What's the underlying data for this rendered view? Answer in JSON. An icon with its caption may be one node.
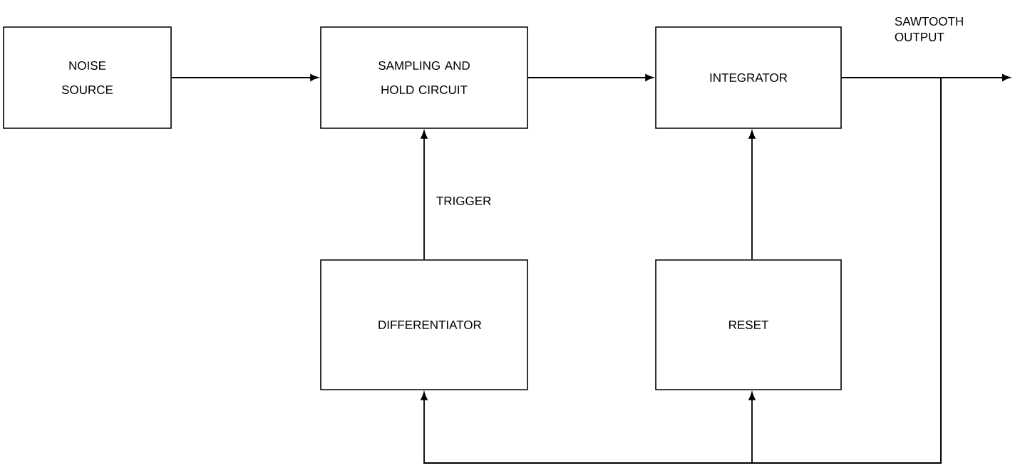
{
  "diagram": {
    "nodes": [
      {
        "text": [
          "NOISE SOURCE"
        ]
      },
      {
        "text": [
          "SAMPLING AND HOLD CIRCUIT"
        ]
      },
      {
        "text": [
          "INTEGRATOR"
        ]
      },
      {
        "text": [
          "DIFFERENTIATOR"
        ]
      },
      {
        "text": [
          "RESET"
        ]
      }
    ],
    "edges": [
      {
        "from": 0,
        "to": 1,
        "arrow": "to"
      },
      {
        "from": 1,
        "to": 2,
        "arrow": "to"
      },
      {
        "from": 3,
        "to": 1,
        "arrow": "to",
        "label": "TRIGGER"
      },
      {
        "from": 4,
        "to": 2,
        "arrow": "to"
      },
      {
        "from": 2,
        "to": null,
        "arrow": "to",
        "label": "SAWTOOTH OUTPUT"
      },
      {
        "from": 2,
        "to": 3,
        "arrow": "to"
      },
      {
        "from": 2,
        "to": 4,
        "arrow": "to"
      }
    ]
  }
}
